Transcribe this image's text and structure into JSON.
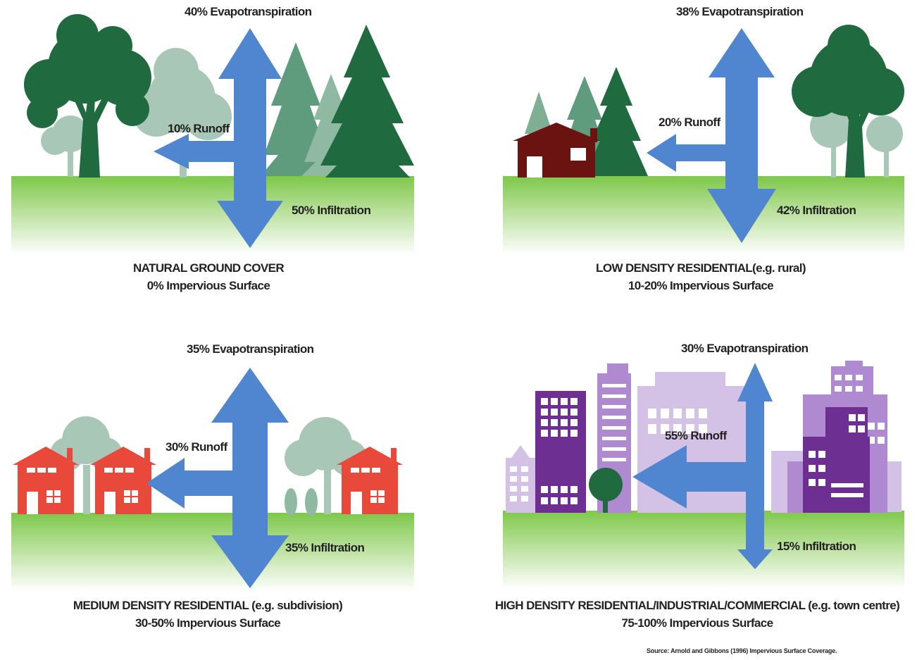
{
  "panels": [
    {
      "id": "natural",
      "evapotranspiration": "40% Evapotranspiration",
      "runoff": "10% Runoff",
      "infiltration": "50% Infiltration",
      "title": "NATURAL GROUND COVER",
      "surface": "0% Impervious Surface"
    },
    {
      "id": "low",
      "evapotranspiration": "38% Evapotranspiration",
      "runoff": "20% Runoff",
      "infiltration": "42% Infiltration",
      "title": "LOW DENSITY RESIDENTIAL(e.g. rural)",
      "surface": "10-20% Impervious Surface"
    },
    {
      "id": "medium",
      "evapotranspiration": "35% Evapotranspiration",
      "runoff": "30% Runoff",
      "infiltration": "35% Infiltration",
      "title": "MEDIUM DENSITY RESIDENTIAL (e.g. subdivision)",
      "surface": "30-50% Impervious Surface"
    },
    {
      "id": "high",
      "evapotranspiration": "30% Evapotranspiration",
      "runoff": "55% Runoff",
      "infiltration": "15% Infiltration",
      "title": "HIGH DENSITY RESIDENTIAL/INDUSTRIAL/COMMERCIAL (e.g. town centre)",
      "surface": "75-100% Impervious Surface"
    }
  ],
  "source": "Source: Arnold and Gibbons (1996) Impervious Surface Coverage.",
  "colors": {
    "arrow": "#4f86cf",
    "ground_top": "#7ec84a",
    "ground_bottom": "#ffffff",
    "tree_dark": "#1f6a3e",
    "tree_light": "#8fb9a2",
    "house_low": "#6b1310",
    "house_medium": "#e8493a",
    "building_dark": "#6d2f91",
    "building_mid": "#b08ad0",
    "building_light": "#d3c1e6"
  }
}
